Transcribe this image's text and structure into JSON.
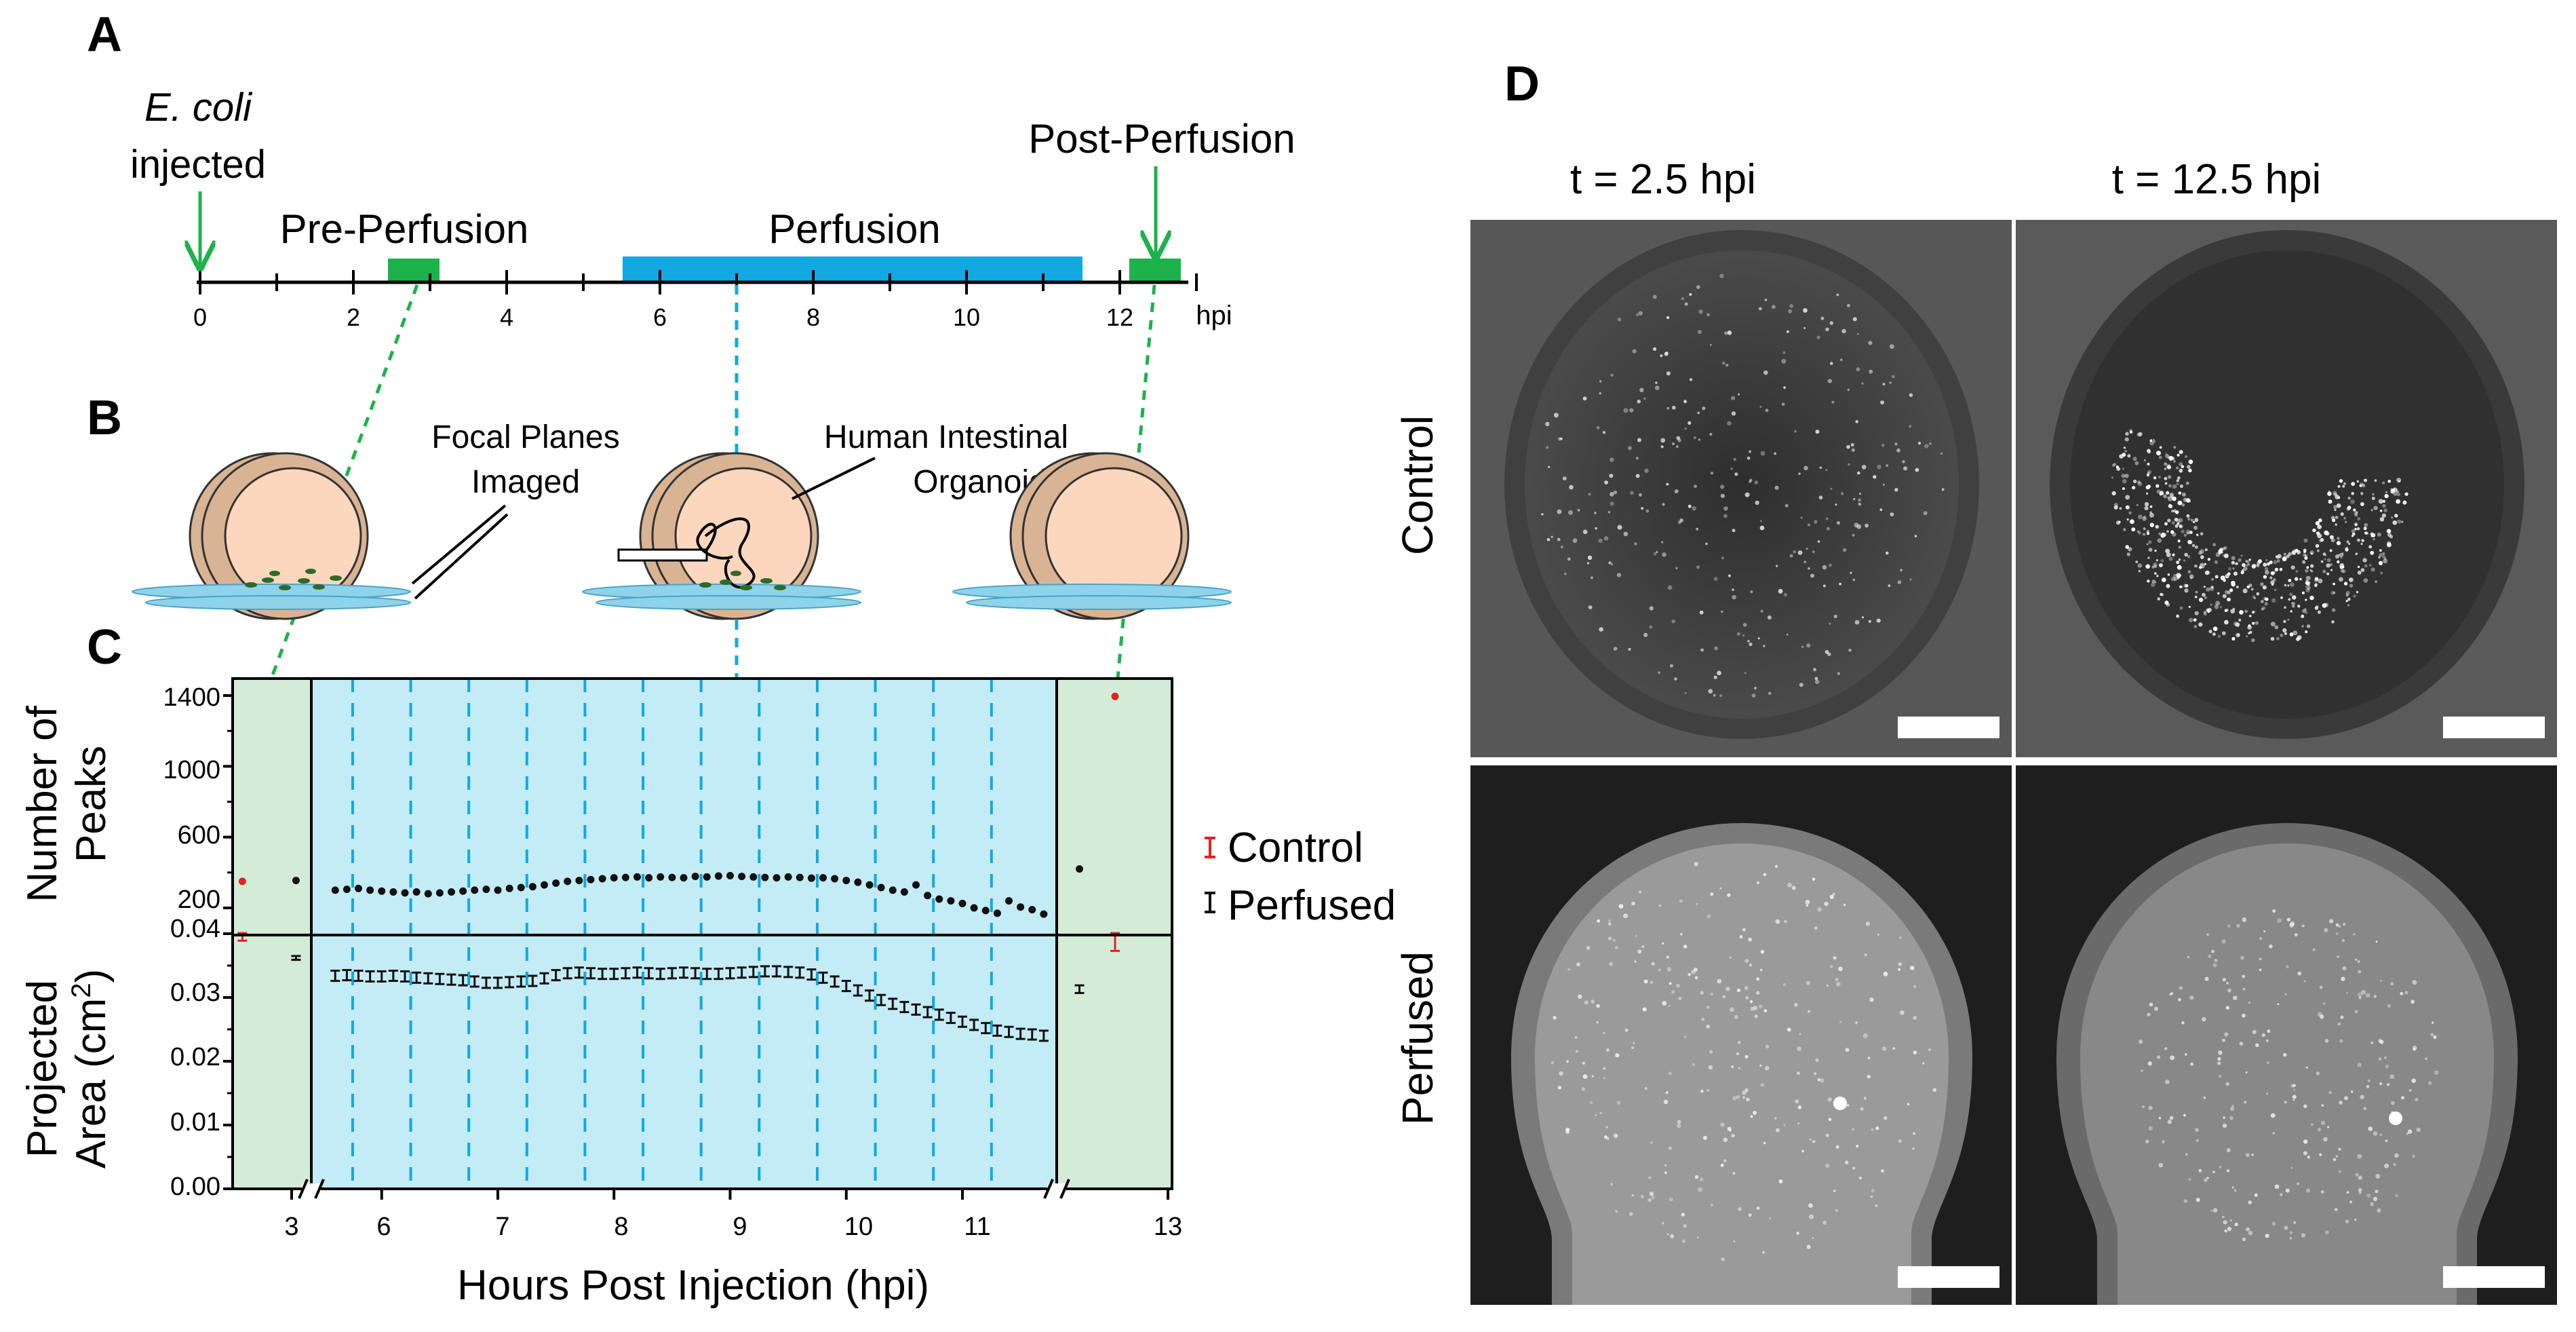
{
  "panels": {
    "A": "A",
    "B": "B",
    "C": "C",
    "D": "D"
  },
  "timeline": {
    "ecoli_italic": "E. coli",
    "ecoli_rest": "injected",
    "pre_perfusion": "Pre-Perfusion",
    "perfusion": "Perfusion",
    "post_perfusion": "Post-Perfusion",
    "ticks": [
      "0",
      "2",
      "4",
      "6",
      "8",
      "10",
      "12"
    ],
    "unit": "hpi",
    "colors": {
      "pre_post": "#1db34a",
      "perfusion": "#12a9e0",
      "arrow": "#1db34a",
      "axis": "#000000"
    }
  },
  "schematic": {
    "focal_planes_line1": "Focal Planes",
    "focal_planes_line2": "Imaged",
    "organoid_line1": "Human Intestinal",
    "organoid_line2": "Organoid",
    "colors": {
      "shell": "#d8b494",
      "lumen": "#fcd7bd",
      "plane": "#8fd3ea",
      "bacteria": "#2e6b2a"
    }
  },
  "chart_data": {
    "type": "scatter",
    "xlabel": "Hours Post Injection (hpi)",
    "x_ticks": [
      "3",
      "6",
      "7",
      "8",
      "9",
      "10",
      "11",
      "13"
    ],
    "x_segments": [
      {
        "name": "pre-perfusion",
        "range": [
          2.4,
          3.2
        ],
        "shade": "#d4ecd7"
      },
      {
        "name": "perfusion",
        "range": [
          5.4,
          11.8
        ],
        "shade": "#c4ecf6"
      },
      {
        "name": "post-perfusion",
        "range": [
          12.2,
          13.0
        ],
        "shade": "#d4ecd7"
      }
    ],
    "dashed_lines_x": [
      5.75,
      6.25,
      6.75,
      7.25,
      7.75,
      8.25,
      8.75,
      9.25,
      9.75,
      10.25,
      10.75,
      11.25
    ],
    "legend": {
      "control": "Control",
      "perfused": "Perfused",
      "placement": "right"
    },
    "series_colors": {
      "control": "#e52222",
      "perfused": "#111111"
    },
    "top": {
      "ylabel_line1": "Number of",
      "ylabel_line2": "Peaks",
      "ylim": [
        100,
        1500
      ],
      "y_ticks": [
        "200",
        "600",
        "1000",
        "1400"
      ],
      "control": [
        {
          "x": 2.5,
          "y": 350
        },
        {
          "x": 12.6,
          "y": 1395
        }
      ],
      "perfused_pre": [
        {
          "x": 3.05,
          "y": 355
        }
      ],
      "perfused_post": [
        {
          "x": 12.35,
          "y": 420
        }
      ],
      "perfused": {
        "x": [
          5.6,
          5.7,
          5.8,
          5.9,
          6.0,
          6.1,
          6.2,
          6.3,
          6.4,
          6.5,
          6.6,
          6.7,
          6.8,
          6.9,
          7.0,
          7.1,
          7.2,
          7.3,
          7.4,
          7.5,
          7.6,
          7.7,
          7.8,
          7.9,
          8.0,
          8.1,
          8.2,
          8.3,
          8.4,
          8.5,
          8.6,
          8.7,
          8.8,
          8.9,
          9.0,
          9.1,
          9.2,
          9.3,
          9.4,
          9.5,
          9.6,
          9.7,
          9.8,
          9.9,
          10.0,
          10.1,
          10.2,
          10.3,
          10.4,
          10.5,
          10.6,
          10.7,
          10.8,
          10.9,
          11.0,
          11.1,
          11.2,
          11.3,
          11.4,
          11.5,
          11.6,
          11.7
        ],
        "y": [
          300,
          305,
          310,
          300,
          295,
          290,
          285,
          290,
          280,
          285,
          290,
          295,
          300,
          305,
          300,
          310,
          315,
          320,
          330,
          340,
          350,
          355,
          360,
          365,
          370,
          372,
          375,
          370,
          375,
          372,
          370,
          378,
          375,
          380,
          382,
          378,
          375,
          372,
          370,
          375,
          372,
          368,
          370,
          365,
          355,
          345,
          330,
          315,
          300,
          290,
          330,
          270,
          250,
          240,
          225,
          200,
          185,
          170,
          240,
          205,
          190,
          165
        ]
      }
    },
    "bottom": {
      "ylabel_line1": "Projected",
      "ylabel_line2": "Area  (cm",
      "ylabel_sup": "2",
      "ylabel_close": ")",
      "ylim": [
        0.0,
        0.041
      ],
      "y_ticks": [
        "0.00",
        "0.01",
        "0.02",
        "0.03",
        "0.04"
      ],
      "control": [
        {
          "x": 2.5,
          "y": 0.0395,
          "err": 0.0006
        },
        {
          "x": 12.6,
          "y": 0.0387,
          "err": 0.0014
        }
      ],
      "perfused_pre": [
        {
          "x": 3.05,
          "y": 0.0362,
          "err": 0.0003
        }
      ],
      "perfused_post": [
        {
          "x": 12.35,
          "y": 0.0313,
          "err": 0.0006
        }
      ],
      "perfused": {
        "x": [
          5.6,
          5.7,
          5.8,
          5.9,
          6.0,
          6.1,
          6.2,
          6.3,
          6.4,
          6.5,
          6.6,
          6.7,
          6.8,
          6.9,
          7.0,
          7.1,
          7.2,
          7.3,
          7.4,
          7.5,
          7.6,
          7.7,
          7.8,
          7.9,
          8.0,
          8.1,
          8.2,
          8.3,
          8.4,
          8.5,
          8.6,
          8.7,
          8.8,
          8.9,
          9.0,
          9.1,
          9.2,
          9.3,
          9.4,
          9.5,
          9.6,
          9.7,
          9.8,
          9.9,
          10.0,
          10.1,
          10.2,
          10.3,
          10.4,
          10.5,
          10.6,
          10.7,
          10.8,
          10.9,
          11.0,
          11.1,
          11.2,
          11.3,
          11.4,
          11.5,
          11.6,
          11.7
        ],
        "y": [
          0.0334,
          0.0335,
          0.0334,
          0.0333,
          0.0333,
          0.0334,
          0.0333,
          0.0331,
          0.033,
          0.0329,
          0.0328,
          0.0327,
          0.0325,
          0.0323,
          0.0323,
          0.0324,
          0.0325,
          0.0326,
          0.033,
          0.0335,
          0.0338,
          0.0339,
          0.0338,
          0.0337,
          0.0337,
          0.0338,
          0.0339,
          0.0338,
          0.0337,
          0.0338,
          0.0339,
          0.0338,
          0.0337,
          0.0337,
          0.0338,
          0.0339,
          0.034,
          0.0341,
          0.0341,
          0.034,
          0.0339,
          0.0336,
          0.0331,
          0.0325,
          0.0318,
          0.0311,
          0.0303,
          0.0296,
          0.029,
          0.0285,
          0.0281,
          0.0277,
          0.0273,
          0.0268,
          0.0262,
          0.0257,
          0.0252,
          0.0248,
          0.0246,
          0.0243,
          0.0242,
          0.024
        ],
        "err": 0.0008
      }
    }
  },
  "micrographs": {
    "col_t1": "t = 2.5 hpi",
    "col_t2": "t = 12.5 hpi",
    "row_control": "Control",
    "row_perfused": "Perfused"
  }
}
